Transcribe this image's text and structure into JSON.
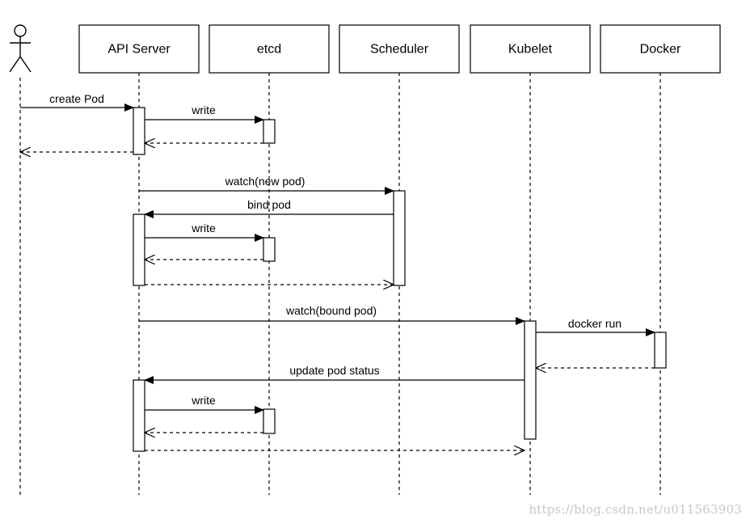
{
  "participants": [
    {
      "id": "actor",
      "label": "",
      "kind": "actor"
    },
    {
      "id": "api",
      "label": "API Server",
      "kind": "box"
    },
    {
      "id": "etcd",
      "label": "etcd",
      "kind": "box"
    },
    {
      "id": "sched",
      "label": "Scheduler",
      "kind": "box"
    },
    {
      "id": "kubelet",
      "label": "Kubelet",
      "kind": "box"
    },
    {
      "id": "docker",
      "label": "Docker",
      "kind": "box"
    }
  ],
  "messages": [
    {
      "from": "actor",
      "to": "api",
      "label": "create Pod",
      "style": "solid"
    },
    {
      "from": "api",
      "to": "etcd",
      "label": "write",
      "style": "solid"
    },
    {
      "from": "etcd",
      "to": "api",
      "label": "",
      "style": "dashed"
    },
    {
      "from": "api",
      "to": "actor",
      "label": "",
      "style": "dashed"
    },
    {
      "from": "api",
      "to": "sched",
      "label": "watch(new pod)",
      "style": "solid"
    },
    {
      "from": "sched",
      "to": "api",
      "label": "bind pod",
      "style": "solid"
    },
    {
      "from": "api",
      "to": "etcd",
      "label": "write",
      "style": "solid"
    },
    {
      "from": "etcd",
      "to": "api",
      "label": "",
      "style": "dashed"
    },
    {
      "from": "api",
      "to": "sched",
      "label": "",
      "style": "dashed"
    },
    {
      "from": "api",
      "to": "kubelet",
      "label": "watch(bound pod)",
      "style": "solid"
    },
    {
      "from": "kubelet",
      "to": "docker",
      "label": "docker run",
      "style": "solid"
    },
    {
      "from": "docker",
      "to": "kubelet",
      "label": "",
      "style": "dashed"
    },
    {
      "from": "kubelet",
      "to": "api",
      "label": "update pod status",
      "style": "solid"
    },
    {
      "from": "api",
      "to": "etcd",
      "label": "write",
      "style": "solid"
    },
    {
      "from": "etcd",
      "to": "api",
      "label": "",
      "style": "dashed"
    },
    {
      "from": "api",
      "to": "kubelet",
      "label": "",
      "style": "dashed"
    }
  ],
  "watermark": "https://blog.csdn.net/u011563903"
}
